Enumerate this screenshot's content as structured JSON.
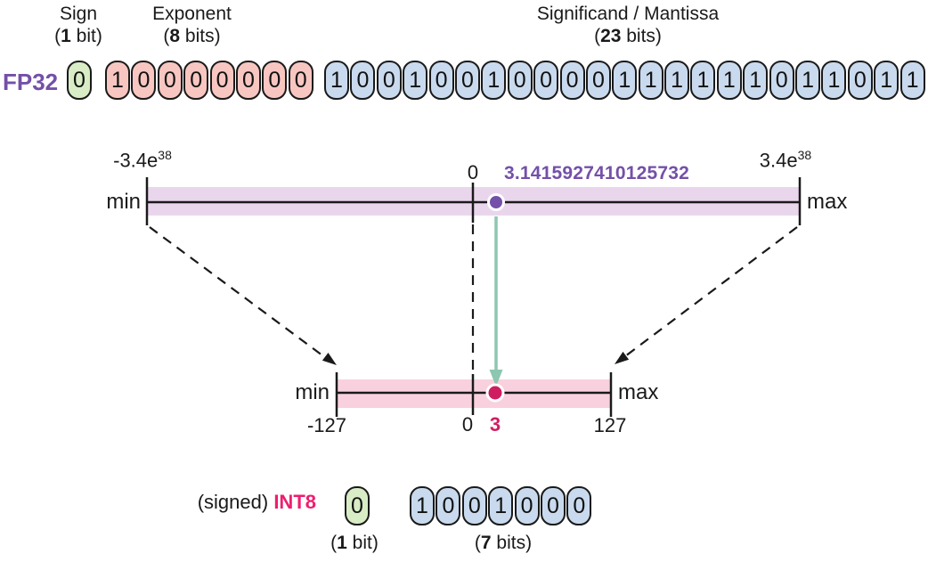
{
  "colors": {
    "purple": "#7450a8",
    "pink_magenta": "#ed1e6f",
    "crimson": "#cf1e60",
    "teal_arrow": "#8dc6b1",
    "green_cell": "#d8ecc6",
    "pink_cell": "#f8c6c1",
    "blue_cell": "#c9daee",
    "lavender_band": "#e9d6ec",
    "pink_band": "#f9d1de"
  },
  "fp32": {
    "label": "FP32",
    "sign": {
      "title": "Sign",
      "note": {
        "pre": "(",
        "num": "1",
        "post": " bit)"
      },
      "bits": "0"
    },
    "exponent": {
      "title": "Exponent",
      "note": {
        "pre": "(",
        "num": "8",
        "post": " bits)"
      },
      "bits": "10000000"
    },
    "mantissa": {
      "title": "Significand / Mantissa",
      "note": {
        "pre": "(",
        "num": "23",
        "post": " bits)"
      },
      "bits": "10010010000111111011011"
    },
    "range": {
      "min_label": "min",
      "max_label": "max",
      "min_value": "-3.4e",
      "min_exp": "38",
      "max_value": "3.4e",
      "max_exp": "38",
      "zero": "0",
      "value": "3.1415927410125732"
    }
  },
  "int8": {
    "signed_label": "(signed)",
    "label": "INT8",
    "sign_bits": "0",
    "bits": "1001000",
    "sign_note": {
      "pre": "(",
      "num": "1",
      "post": " bit)"
    },
    "bits_note": {
      "pre": "(",
      "num": "7",
      "post": " bits)"
    },
    "range": {
      "min_label": "min",
      "max_label": "max",
      "min_value": "-127",
      "max_value": "127",
      "zero": "0",
      "value": "3"
    }
  }
}
